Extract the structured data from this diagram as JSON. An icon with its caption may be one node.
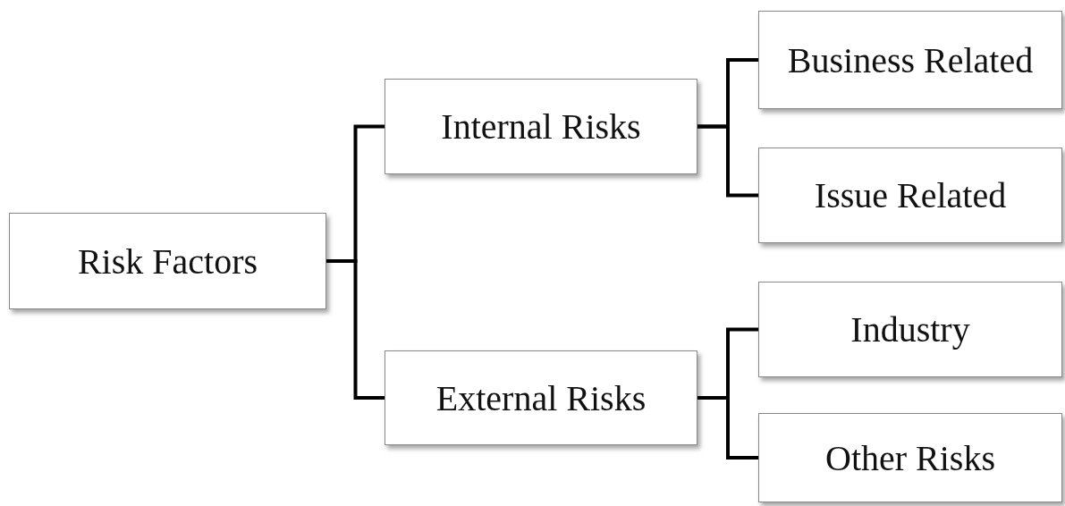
{
  "diagram": {
    "nodes": [
      {
        "text": [
          "Risk Factors"
        ]
      },
      {
        "text": [
          "Internal Risks"
        ]
      },
      {
        "text": [
          "External Risks"
        ]
      },
      {
        "text": [
          "Business Related"
        ]
      },
      {
        "text": [
          "Issue Related"
        ]
      },
      {
        "text": [
          "Industry"
        ]
      },
      {
        "text": [
          "Other Risks"
        ]
      }
    ],
    "edges": [
      {
        "from": 0,
        "to": 1,
        "arrow": "none"
      },
      {
        "from": 0,
        "to": 2,
        "arrow": "none"
      },
      {
        "from": 1,
        "to": 3,
        "arrow": "none"
      },
      {
        "from": 1,
        "to": 4,
        "arrow": "none"
      },
      {
        "from": 2,
        "to": 5,
        "arrow": "none"
      },
      {
        "from": 2,
        "to": 6,
        "arrow": "none"
      }
    ]
  }
}
